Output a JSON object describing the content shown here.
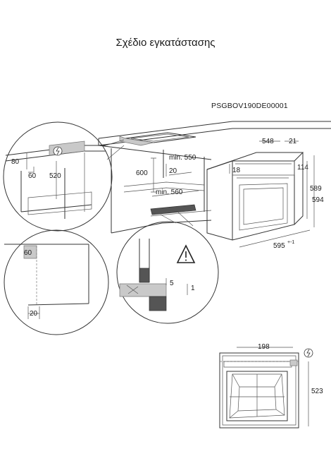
{
  "page": {
    "title": "Σχέδιο εγκατάστασης",
    "code": "PSGBOV190DE00001"
  },
  "dimensions": {
    "d80": "80",
    "d60a": "60",
    "d520": "520",
    "d600": "600",
    "d_min550": "min. 550",
    "d20a": "20",
    "d_min560": "min. 560",
    "d548": "548",
    "d21": "21",
    "d18": "18",
    "d114": "114",
    "d589": "589",
    "d594": "594",
    "d595": "595",
    "d595_tol": "+-1",
    "d60b": "60",
    "d20b": "20",
    "d5": "5",
    "d1": "1",
    "d198": "198",
    "d523": "523"
  },
  "icons": {
    "power": "power-symbol-icon",
    "warning": "warning-triangle-icon"
  }
}
